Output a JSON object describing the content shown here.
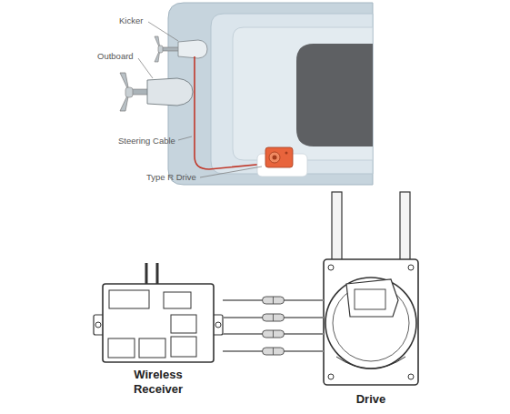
{
  "diagram": {
    "nodes": [
      {
        "text": [
          "Wireless Receiver"
        ]
      },
      {
        "text": [
          "Drive"
        ]
      }
    ],
    "edges": [
      {
        "from": 0,
        "to": 1,
        "arrow": "none"
      },
      {
        "from": 0,
        "to": 1,
        "arrow": "none"
      },
      {
        "from": 0,
        "to": 1,
        "arrow": "none"
      },
      {
        "from": 0,
        "to": 1,
        "arrow": "none"
      }
    ],
    "labels": [
      "Kicker",
      "Outboard",
      "Steering Cable",
      "Type R Drive"
    ]
  }
}
